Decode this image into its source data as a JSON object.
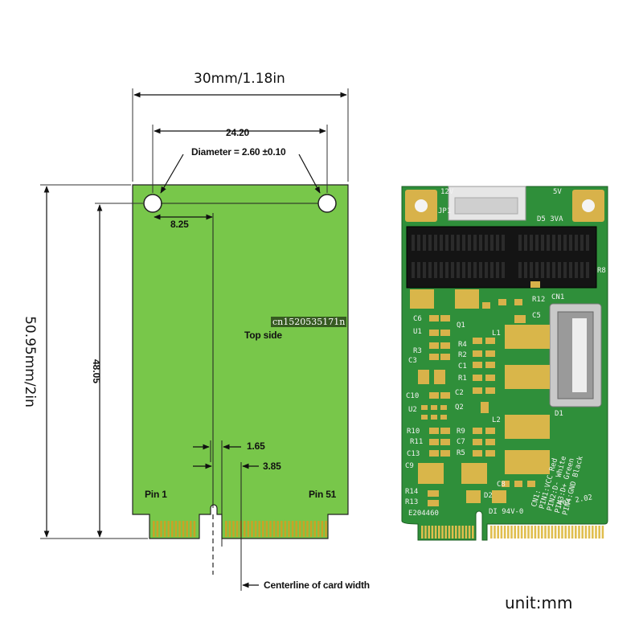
{
  "diagram": {
    "width_label": "30mm/1.18in",
    "height_label": "50.95mm/2in",
    "hole_spacing_label": "24.20",
    "diameter_label": "Diameter = 2.60 ±0.10",
    "inner_height_label": "48.05",
    "hole_offset_label": "8.25",
    "top_side_label": "Top side",
    "notch_label_1": "1.65",
    "notch_label_2": "3.85",
    "pin1_label": "Pin 1",
    "pin51_label": "Pin 51",
    "centerline_label": "Centerline of card width",
    "unit_label": "unit:mm",
    "watermark": "cn1520535171n"
  },
  "pcb": {
    "labels": {
      "jp1": "JP1",
      "l2v": "12V",
      "five_v": "5V",
      "d5": "D5 3VA",
      "cn1": "CN1",
      "r8": "R8",
      "r12": "R12",
      "c6": "C6",
      "q1": "Q1",
      "c5": "C5",
      "u1": "U1",
      "r4": "R4",
      "l1": "L1",
      "r3": "R3",
      "r2": "R2",
      "c1": "C1",
      "c3": "C3",
      "r1": "R1",
      "c2": "C2",
      "c10": "C10",
      "u2": "U2",
      "q2": "Q2",
      "l2": "L2",
      "d1": "D1",
      "r10": "R10",
      "r11": "R11",
      "r9": "R9",
      "c7": "C7",
      "c13": "C13",
      "r5": "R5",
      "c9": "C9",
      "c8": "C8",
      "r14": "R14",
      "r13": "R13",
      "d2": "D2",
      "code": "E204460",
      "rating": "DI 94V-0",
      "version": "Ver 2.02"
    },
    "pin_legend": [
      "CN1:",
      "PIN1:VCC Red",
      "PIN2:D- White",
      "PIN3:D+ Green",
      "PIN4:GND Black"
    ]
  }
}
